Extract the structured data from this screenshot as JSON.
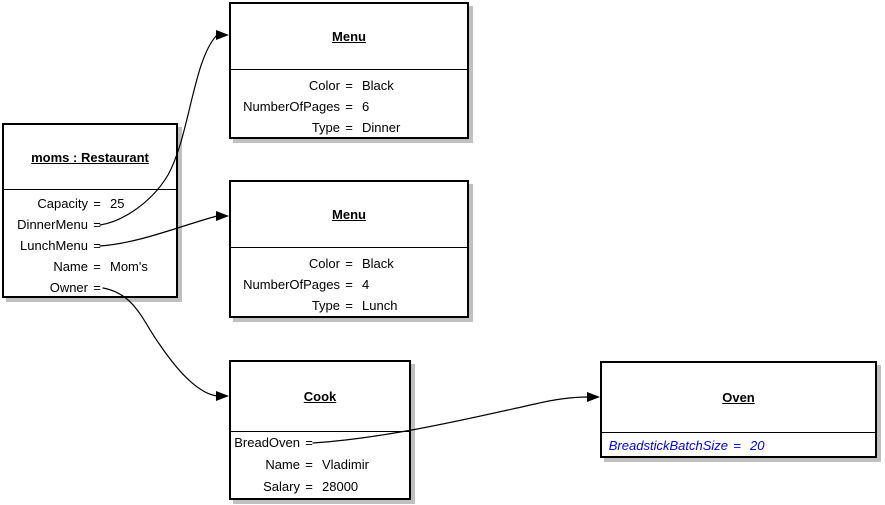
{
  "colors": {
    "box_border": "#000000",
    "box_shadow": "#C0C0C0",
    "background": "#FFFFFF",
    "link_attribute_text": "#0000EE"
  },
  "syntax": {
    "equals": "="
  },
  "objects": {
    "restaurant": {
      "title": "moms : Restaurant",
      "attrs": [
        {
          "name": "Capacity",
          "value": "25"
        },
        {
          "name": "DinnerMenu",
          "value": ""
        },
        {
          "name": "LunchMenu",
          "value": ""
        },
        {
          "name": "Name",
          "value": "Mom's"
        },
        {
          "name": "Owner",
          "value": ""
        }
      ]
    },
    "menu_dinner": {
      "title": "Menu",
      "attrs": [
        {
          "name": "Color",
          "value": "Black"
        },
        {
          "name": "NumberOfPages",
          "value": "6"
        },
        {
          "name": "Type",
          "value": "Dinner"
        }
      ]
    },
    "menu_lunch": {
      "title": "Menu",
      "attrs": [
        {
          "name": "Color",
          "value": "Black"
        },
        {
          "name": "NumberOfPages",
          "value": "4"
        },
        {
          "name": "Type",
          "value": "Lunch"
        }
      ]
    },
    "cook": {
      "title": "Cook",
      "attrs": [
        {
          "name": "BreadOven",
          "value": ""
        },
        {
          "name": "Name",
          "value": "Vladimir"
        },
        {
          "name": "Salary",
          "value": "28000"
        }
      ]
    },
    "oven": {
      "title": "Oven",
      "attrs": [
        {
          "name": "BreadstickBatchSize",
          "value": "20"
        }
      ]
    }
  },
  "connections": [
    {
      "from": "restaurant.DinnerMenu",
      "to": "menu_dinner"
    },
    {
      "from": "restaurant.LunchMenu",
      "to": "menu_lunch"
    },
    {
      "from": "restaurant.Owner",
      "to": "cook"
    },
    {
      "from": "cook.BreadOven",
      "to": "oven"
    }
  ]
}
